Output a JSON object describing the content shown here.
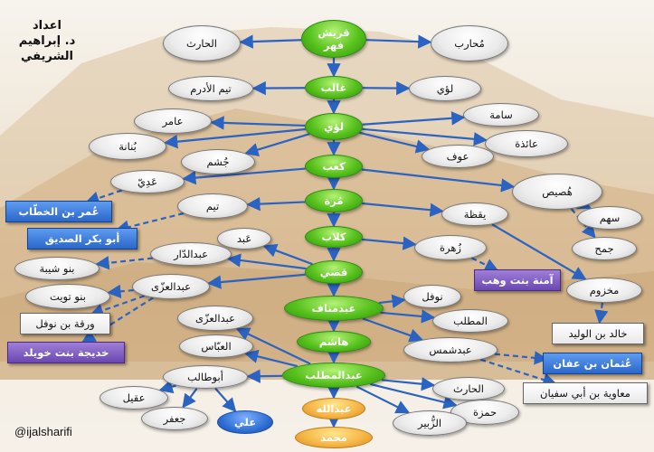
{
  "credit": {
    "line1": "اعداد",
    "line2": "د. إبراهيم",
    "line3": "الشريفي"
  },
  "handle": "@ijalsharifi",
  "spine": [
    {
      "id": "quraysh",
      "label": "قريش\nفهر"
    },
    {
      "id": "ghalib",
      "label": "غالب"
    },
    {
      "id": "luayy",
      "label": "لؤي"
    },
    {
      "id": "kaab",
      "label": "كعب"
    },
    {
      "id": "murra",
      "label": "مُرة"
    },
    {
      "id": "kilab",
      "label": "كلاب"
    },
    {
      "id": "qusay",
      "label": "قصي"
    },
    {
      "id": "abdmanaf",
      "label": "عبدمناف"
    },
    {
      "id": "hashim",
      "label": "هاشم"
    },
    {
      "id": "abdulmuttalib",
      "label": "عبدالمطلب"
    },
    {
      "id": "abdullah",
      "label": "عبدالله"
    },
    {
      "id": "muhammad",
      "label": "محمد"
    }
  ],
  "branches": [
    {
      "id": "harith1",
      "label": "الحارث"
    },
    {
      "id": "muharib",
      "label": "مُحارب"
    },
    {
      "id": "taymadram",
      "label": "تيم الأدرم"
    },
    {
      "id": "luayy2",
      "label": "لؤي"
    },
    {
      "id": "amir",
      "label": "عامر"
    },
    {
      "id": "sama",
      "label": "سامة"
    },
    {
      "id": "bunana",
      "label": "بُنانة"
    },
    {
      "id": "aidha",
      "label": "عائذة"
    },
    {
      "id": "jusham",
      "label": "جُشم"
    },
    {
      "id": "awf",
      "label": "عوف"
    },
    {
      "id": "adiy",
      "label": "عَدِيّ"
    },
    {
      "id": "husays",
      "label": "هُصيص"
    },
    {
      "id": "taym",
      "label": "تيم"
    },
    {
      "id": "yaqaza",
      "label": "يقظة"
    },
    {
      "id": "sahm",
      "label": "سهم"
    },
    {
      "id": "jumah",
      "label": "جمح"
    },
    {
      "id": "abd",
      "label": "عَبد"
    },
    {
      "id": "zuhra",
      "label": "زُهرة"
    },
    {
      "id": "abdaldar",
      "label": "عبدالدّار"
    },
    {
      "id": "banushayba",
      "label": "بنو شيبة"
    },
    {
      "id": "makhzum",
      "label": "مخزوم"
    },
    {
      "id": "abdaluzza1",
      "label": "عبدالعزّى"
    },
    {
      "id": "banutuwayt",
      "label": "بنو تويت"
    },
    {
      "id": "nawfal",
      "label": "نوفل"
    },
    {
      "id": "abdaluzza2",
      "label": "عبدالعزّى"
    },
    {
      "id": "muttalib",
      "label": "المطلب"
    },
    {
      "id": "abbas",
      "label": "العبّاس"
    },
    {
      "id": "abdshams",
      "label": "عبدشمس"
    },
    {
      "id": "abutalib",
      "label": "أبوطالب"
    },
    {
      "id": "harith2",
      "label": "الحارث"
    },
    {
      "id": "aqil",
      "label": "عقيل"
    },
    {
      "id": "hamza",
      "label": "حمزة"
    },
    {
      "id": "jafar",
      "label": "جعفر"
    },
    {
      "id": "zubayr",
      "label": "الزُّبير"
    }
  ],
  "notables": [
    {
      "id": "umar",
      "label": "عُمر بن الخطّاب"
    },
    {
      "id": "abubakr",
      "label": "أبو بكر الصديق"
    },
    {
      "id": "amina",
      "label": "آمنة بنت وهب"
    },
    {
      "id": "khalid",
      "label": "خالد بن الوليد"
    },
    {
      "id": "waraqa",
      "label": "ورقة بن نوفل"
    },
    {
      "id": "khadija",
      "label": "خديجة بنت خويلد"
    },
    {
      "id": "uthman",
      "label": "عُثمان بن عفان"
    },
    {
      "id": "muawiya",
      "label": "معاوية بن أبي سفيان"
    },
    {
      "id": "ali",
      "label": "علي"
    }
  ],
  "edges": [
    [
      "quraysh",
      "harith1",
      "solid"
    ],
    [
      "quraysh",
      "muharib",
      "solid"
    ],
    [
      "quraysh",
      "ghalib",
      "solid"
    ],
    [
      "ghalib",
      "taymadram",
      "solid"
    ],
    [
      "ghalib",
      "luayy2",
      "solid"
    ],
    [
      "ghalib",
      "luayy",
      "solid"
    ],
    [
      "luayy",
      "amir",
      "solid"
    ],
    [
      "luayy",
      "bunana",
      "solid"
    ],
    [
      "luayy",
      "sama",
      "solid"
    ],
    [
      "luayy",
      "aidha",
      "solid"
    ],
    [
      "luayy",
      "jusham",
      "solid"
    ],
    [
      "luayy",
      "awf",
      "solid"
    ],
    [
      "luayy",
      "kaab",
      "solid"
    ],
    [
      "kaab",
      "adiy",
      "solid"
    ],
    [
      "kaab",
      "husays",
      "solid"
    ],
    [
      "kaab",
      "murra",
      "solid"
    ],
    [
      "adiy",
      "umar",
      "dashed"
    ],
    [
      "murra",
      "taym",
      "solid"
    ],
    [
      "murra",
      "yaqaza",
      "solid"
    ],
    [
      "murra",
      "kilab",
      "solid"
    ],
    [
      "taym",
      "abubakr",
      "dashed"
    ],
    [
      "husays",
      "sahm",
      "dashed"
    ],
    [
      "husays",
      "jumah",
      "dashed"
    ],
    [
      "yaqaza",
      "makhzum",
      "solid"
    ],
    [
      "makhzum",
      "khalid",
      "dashed"
    ],
    [
      "kilab",
      "zuhra",
      "solid"
    ],
    [
      "kilab",
      "qusay",
      "solid"
    ],
    [
      "zuhra",
      "amina",
      "dashed"
    ],
    [
      "qusay",
      "abd",
      "solid"
    ],
    [
      "qusay",
      "abdaldar",
      "solid"
    ],
    [
      "qusay",
      "abdaluzza1",
      "solid"
    ],
    [
      "qusay",
      "abdmanaf",
      "solid"
    ],
    [
      "abdaldar",
      "banushayba",
      "dashed"
    ],
    [
      "abdaluzza1",
      "banutuwayt",
      "dashed"
    ],
    [
      "abdaluzza1",
      "waraqa",
      "dashed"
    ],
    [
      "abdaluzza1",
      "khadija",
      "dashed"
    ],
    [
      "abdmanaf",
      "nawfal",
      "solid"
    ],
    [
      "abdmanaf",
      "muttalib",
      "solid"
    ],
    [
      "abdmanaf",
      "abdshams",
      "solid"
    ],
    [
      "abdmanaf",
      "hashim",
      "solid"
    ],
    [
      "abdshams",
      "uthman",
      "dashed"
    ],
    [
      "abdshams",
      "muawiya",
      "dashed"
    ],
    [
      "hashim",
      "abdulmuttalib",
      "solid"
    ],
    [
      "abdulmuttalib",
      "abdaluzza2",
      "solid"
    ],
    [
      "abdulmuttalib",
      "abbas",
      "solid"
    ],
    [
      "abdulmuttalib",
      "abutalib",
      "solid"
    ],
    [
      "abdulmuttalib",
      "harith2",
      "solid"
    ],
    [
      "abdulmuttalib",
      "hamza",
      "solid"
    ],
    [
      "abdulmuttalib",
      "zubayr",
      "solid"
    ],
    [
      "abdulmuttalib",
      "abdullah",
      "solid"
    ],
    [
      "abutalib",
      "aqil",
      "solid"
    ],
    [
      "abutalib",
      "jafar",
      "solid"
    ],
    [
      "abutalib",
      "ali",
      "solid"
    ],
    [
      "abdullah",
      "muhammad",
      "solid"
    ]
  ]
}
